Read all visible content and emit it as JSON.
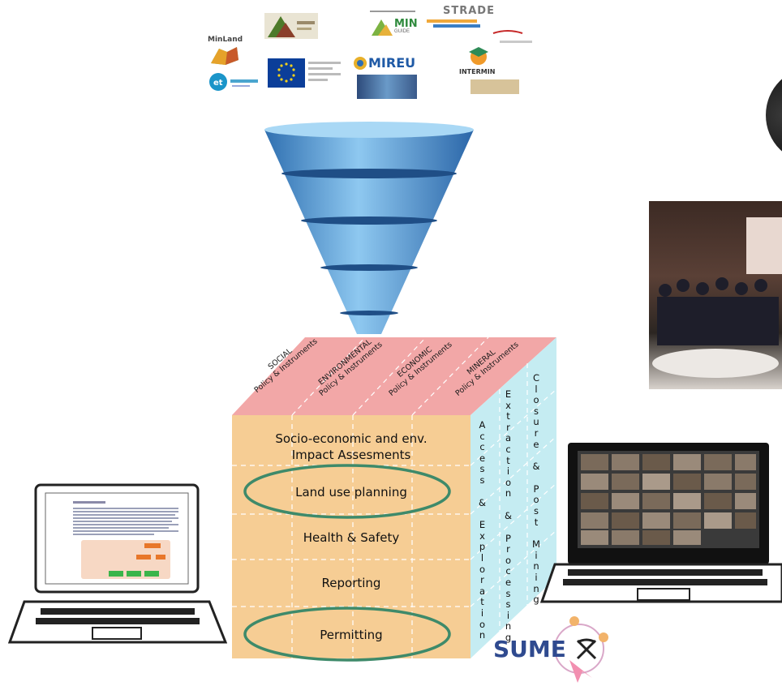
{
  "logos": {
    "minland": "MinLand",
    "strade": "STRADE",
    "min_guide": "MIN",
    "min_guide_sub": "GUIDE",
    "mireu": "MIREU",
    "intermin": "INTERMIN",
    "sumex": "SUME"
  },
  "cube": {
    "top_policies": [
      {
        "line1": "SOCIAL",
        "line2": "Policy & Instruments"
      },
      {
        "line1": "ENVIRONMENTAL",
        "line2": "Policy & Instruments"
      },
      {
        "line1": "ECONOMIC",
        "line2": "Policy & Instruments"
      },
      {
        "line1": "MINERAL",
        "line2": "Policy & Instruments"
      }
    ],
    "front_rows": [
      {
        "line1": "Socio-economic and env.",
        "line2": "Impact Assesments"
      },
      {
        "line1": "Land use planning"
      },
      {
        "line1": "Health & Safety"
      },
      {
        "line1": "Reporting"
      },
      {
        "line1": "Permitting"
      }
    ],
    "side_phases": [
      "Access & Exploration",
      "Extraction & Processing",
      "Closure & Post Mining"
    ]
  },
  "colors": {
    "top_face": "#f2a7a7",
    "front_face": "#f6cd94",
    "side_face": "#c5ecf2",
    "highlight": "#3e8a6a",
    "funnel": "#5ea7de"
  }
}
